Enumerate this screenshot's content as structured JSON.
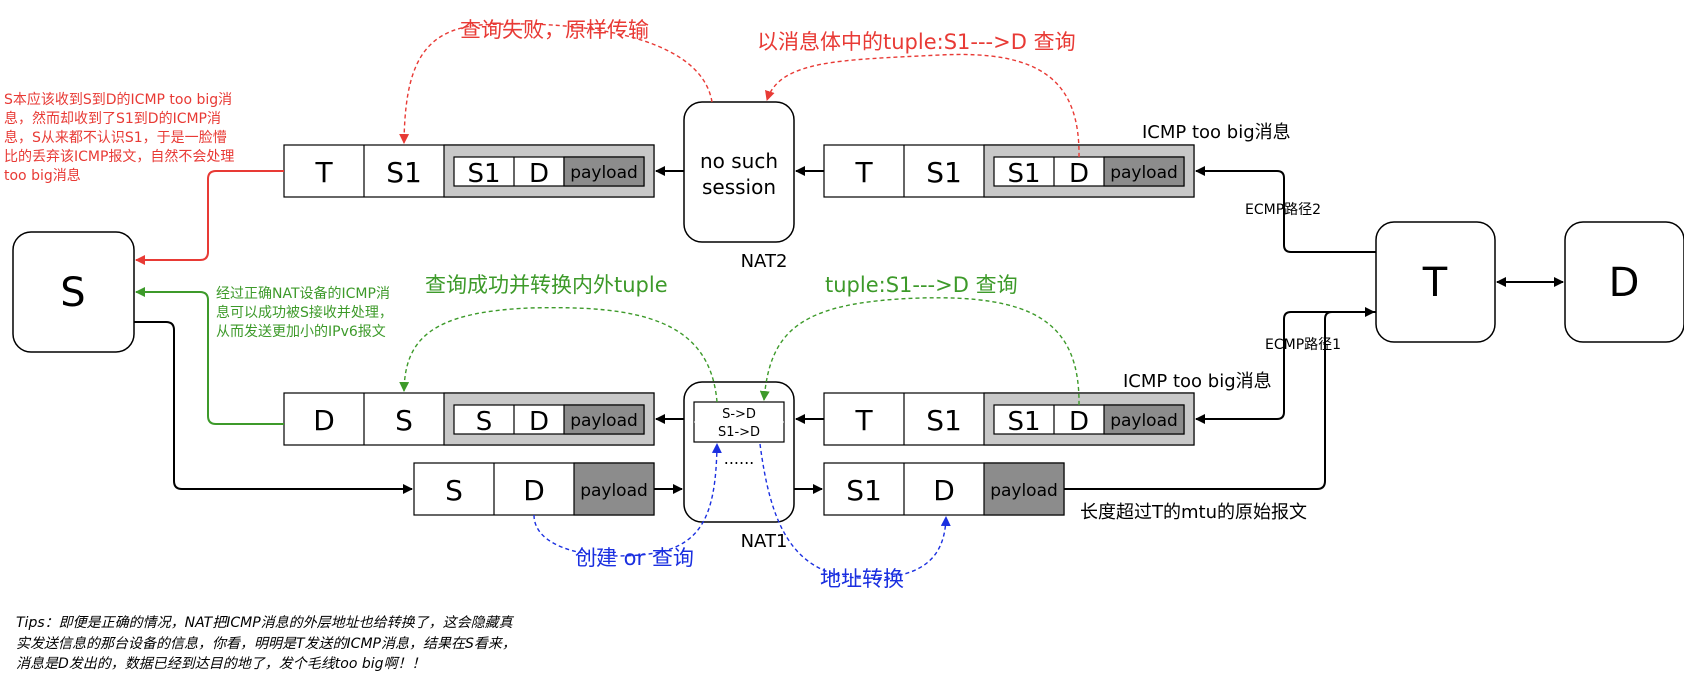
{
  "nodes": {
    "s": "S",
    "t": "T",
    "d": "D",
    "nat2_text_1": "no such",
    "nat2_text_2": "session",
    "nat2_label": "NAT2",
    "nat1_label": "NAT1",
    "nat1_entry_1": "S->D",
    "nat1_entry_2": "S1->D",
    "nat1_more": "......"
  },
  "packets": {
    "top_left": {
      "outer_src": "T",
      "outer_dst": "S1",
      "inner_src": "S1",
      "inner_dst": "D",
      "payload": "payload"
    },
    "top_right": {
      "outer_src": "T",
      "outer_dst": "S1",
      "inner_src": "S1",
      "inner_dst": "D",
      "payload": "payload"
    },
    "mid_left": {
      "outer_src": "D",
      "outer_dst": "S",
      "inner_src": "S",
      "inner_dst": "D",
      "payload": "payload"
    },
    "mid_right": {
      "outer_src": "T",
      "outer_dst": "S1",
      "inner_src": "S1",
      "inner_dst": "D",
      "payload": "payload"
    },
    "bottom_left": {
      "src": "S",
      "dst": "D",
      "payload": "payload"
    },
    "bottom_right": {
      "src": "S1",
      "dst": "D",
      "payload": "payload"
    }
  },
  "labels": {
    "query_failed": "查询失败，原样传输",
    "query_by_tuple_top": "以消息体中的tuple:S1--->D 查询",
    "icmp_top": "ICMP too big消息",
    "ecmp2": "ECMP路径2",
    "ecmp1": "ECMP路径1",
    "query_success": "查询成功并转换内外tuple",
    "query_by_tuple_mid": "tuple:S1--->D 查询",
    "icmp_mid": "ICMP too big消息",
    "create_or_query": "创建 or 查询",
    "addr_translate": "地址转换",
    "oversize": "长度超过T的mtu的原始报文"
  },
  "notes": {
    "red": [
      "S本应该收到S到D的ICMP too big消",
      "息，然而却收到了S1到D的ICMP消",
      "息，S从来都不认识S1，于是一脸懵",
      "比的丢弃该ICMP报文，自然不会处理",
      "too big消息"
    ],
    "green": [
      "经过正确NAT设备的ICMP消",
      "息可以成功被S接收并处理，",
      "从而发送更加小的IPv6报文"
    ],
    "tips": [
      "Tips：即便是正确的情况，NAT把ICMP消息的外层地址也给转换了，这会隐藏真",
      "实发送信息的那台设备的信息，你看，明明是T发送的ICMP消息，结果在S看来，",
      "消息是D发出的，数据已经到达目的地了，发个毛线too big啊！！"
    ]
  },
  "colors": {
    "red": "#e83a35",
    "green": "#3d9a2a",
    "blue": "#1a2fe0",
    "gray_outer": "#c8c8c8",
    "gray_payload": "#8c8c8c"
  }
}
